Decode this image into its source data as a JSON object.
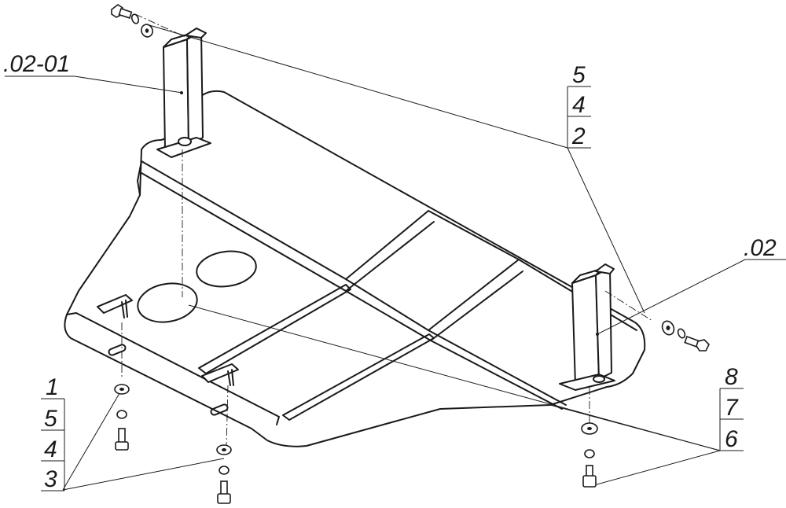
{
  "labels": {
    "part_02_01": ".02-01",
    "part_02": ".02",
    "group_upper_right": [
      "5",
      "4",
      "2"
    ],
    "group_lower_left": [
      "1",
      "5",
      "4",
      "3"
    ],
    "group_lower_right": [
      "8",
      "7",
      "6"
    ]
  }
}
